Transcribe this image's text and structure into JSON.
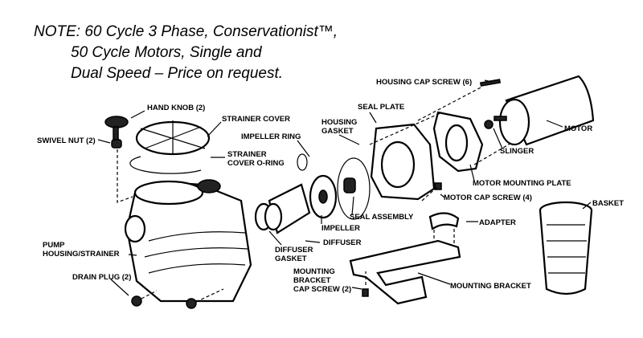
{
  "note": {
    "line1": "NOTE: 60 Cycle 3 Phase, Conservationist™,",
    "line2": "50 Cycle Motors, Single and",
    "line3": "Dual Speed – Price on request."
  },
  "labels": {
    "hand_knob": "HAND KNOB (2)",
    "strainer_cover": "STRAINER COVER",
    "swivel_nut": "SWIVEL NUT (2)",
    "impeller_ring": "IMPELLER RING",
    "strainer_cover_oring_1": "STRAINER",
    "strainer_cover_oring_2": "COVER O-RING",
    "housing_cap_screw": "HOUSING CAP SCREW (6)",
    "seal_plate": "SEAL PLATE",
    "housing_gasket_1": "HOUSING",
    "housing_gasket_2": "GASKET",
    "motor": "MOTOR",
    "slinger": "SLINGER",
    "motor_mounting_plate": "MOTOR MOUNTING PLATE",
    "motor_cap_screw": "MOTOR CAP SCREW (4)",
    "seal_assembly": "SEAL ASSEMBLY",
    "basket": "BASKET",
    "adapter": "ADAPTER",
    "impeller": "IMPELLER",
    "diffuser": "DIFFUSER",
    "diffuser_gasket_1": "DIFFUSER",
    "diffuser_gasket_2": "GASKET",
    "pump_housing_1": "PUMP",
    "pump_housing_2": "HOUSING/STRAINER",
    "drain_plug": "DRAIN PLUG (2)",
    "bracket_cap_screw_1": "MOUNTING",
    "bracket_cap_screw_2": "BRACKET",
    "bracket_cap_screw_3": "CAP SCREW (2)",
    "mounting_bracket": "MOUNTING BRACKET"
  }
}
